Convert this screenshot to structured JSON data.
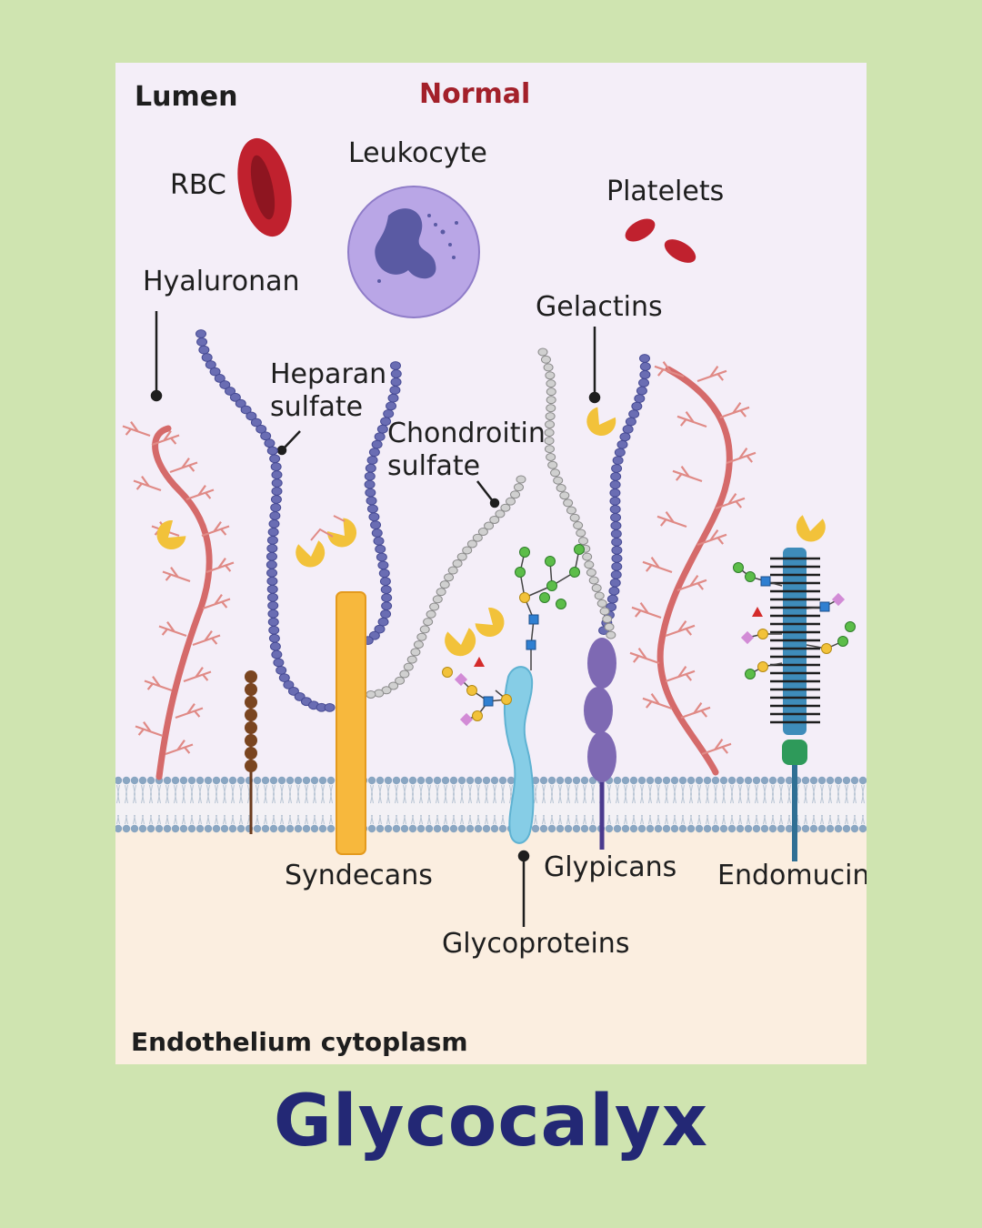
{
  "labels": {
    "lumen": "Lumen",
    "normal": "Normal",
    "rbc": "RBC",
    "leukocyte": "Leukocyte",
    "platelets": "Platelets",
    "hyaluronan": "Hyaluronan",
    "gelactins": "Gelactins",
    "heparan_sulfate_1": "Heparan",
    "heparan_sulfate_2": "sulfate",
    "chondroitin_sulfate_1": "Chondroitin",
    "chondroitin_sulfate_2": "sulfate",
    "syndecans": "Syndecans",
    "glypicans": "Glypicans",
    "endomucin": "Endomucin",
    "glycoproteins": "Glycoproteins",
    "cytoplasm": "Endothelium cytoplasm"
  },
  "title": "Glycocalyx",
  "colors": {
    "background": "#cfe4b0",
    "lumen": "#f4eef8",
    "cytoplasm": "#fbeee0",
    "normal_label": "#a3202a",
    "title": "#232875",
    "hyaluronan": "#d56a6a",
    "heparan": "#6a6db3",
    "chondroitin": "#b8b8b8",
    "galectin": "#f2c23a",
    "syndecan": "#f7b83d",
    "glypican": "#7e69b3",
    "glycoprotein": "#86cde6",
    "endomucin": "#3e8cba",
    "rbc": "#c0212e",
    "leukocyte": "#b9a6e6"
  }
}
